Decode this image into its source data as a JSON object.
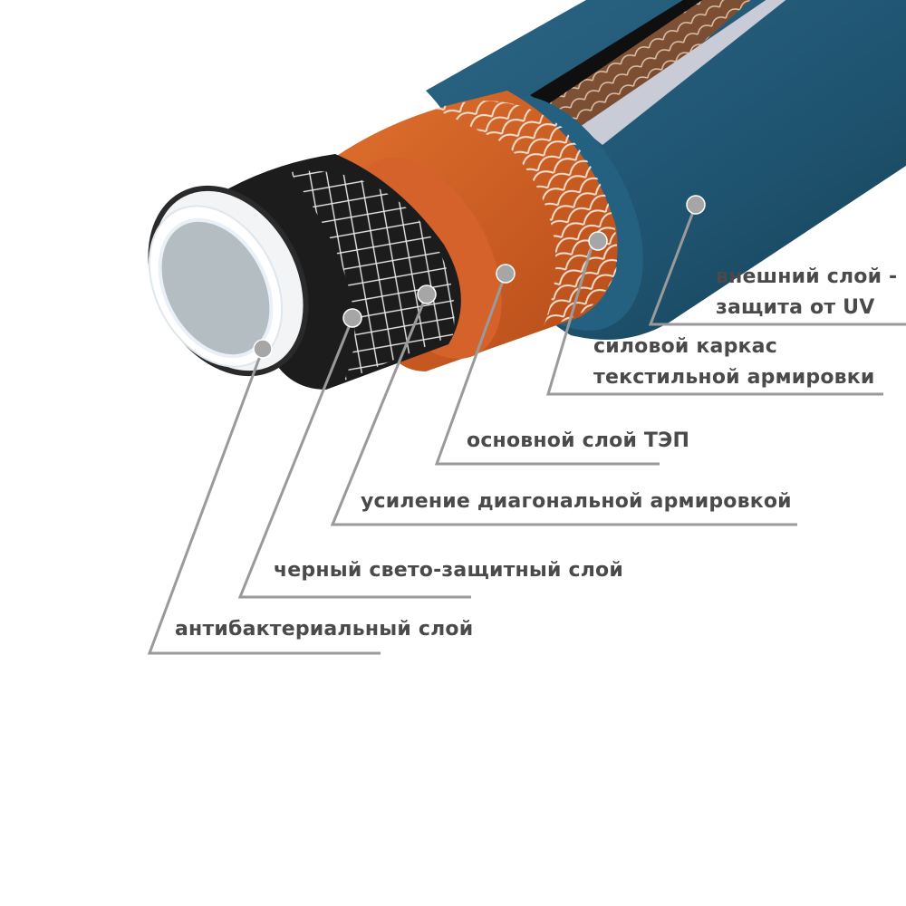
{
  "diagram": {
    "layers": [
      {
        "id": "outer",
        "lines": [
          "внешний слой -",
          "защита от UV"
        ]
      },
      {
        "id": "frame",
        "lines": [
          "силовой каркас",
          "текстильной армировки"
        ]
      },
      {
        "id": "base",
        "lines": [
          "основной слой ТЭП"
        ]
      },
      {
        "id": "diagonal",
        "lines": [
          "усиление диагональной армировкой"
        ]
      },
      {
        "id": "black",
        "lines": [
          "черный свето-защитный слой"
        ]
      },
      {
        "id": "antibac",
        "lines": [
          "антибактериальный слой"
        ]
      }
    ],
    "colors": {
      "outer": "#1f5470",
      "orange": "#cc5a22",
      "black": "#1c1c1c",
      "white": "#f2f4f5",
      "inner": "#b3bdc2",
      "leader": "#9a9a9a",
      "marker": "#a6a6a6",
      "text": "#4a4a4a"
    }
  }
}
